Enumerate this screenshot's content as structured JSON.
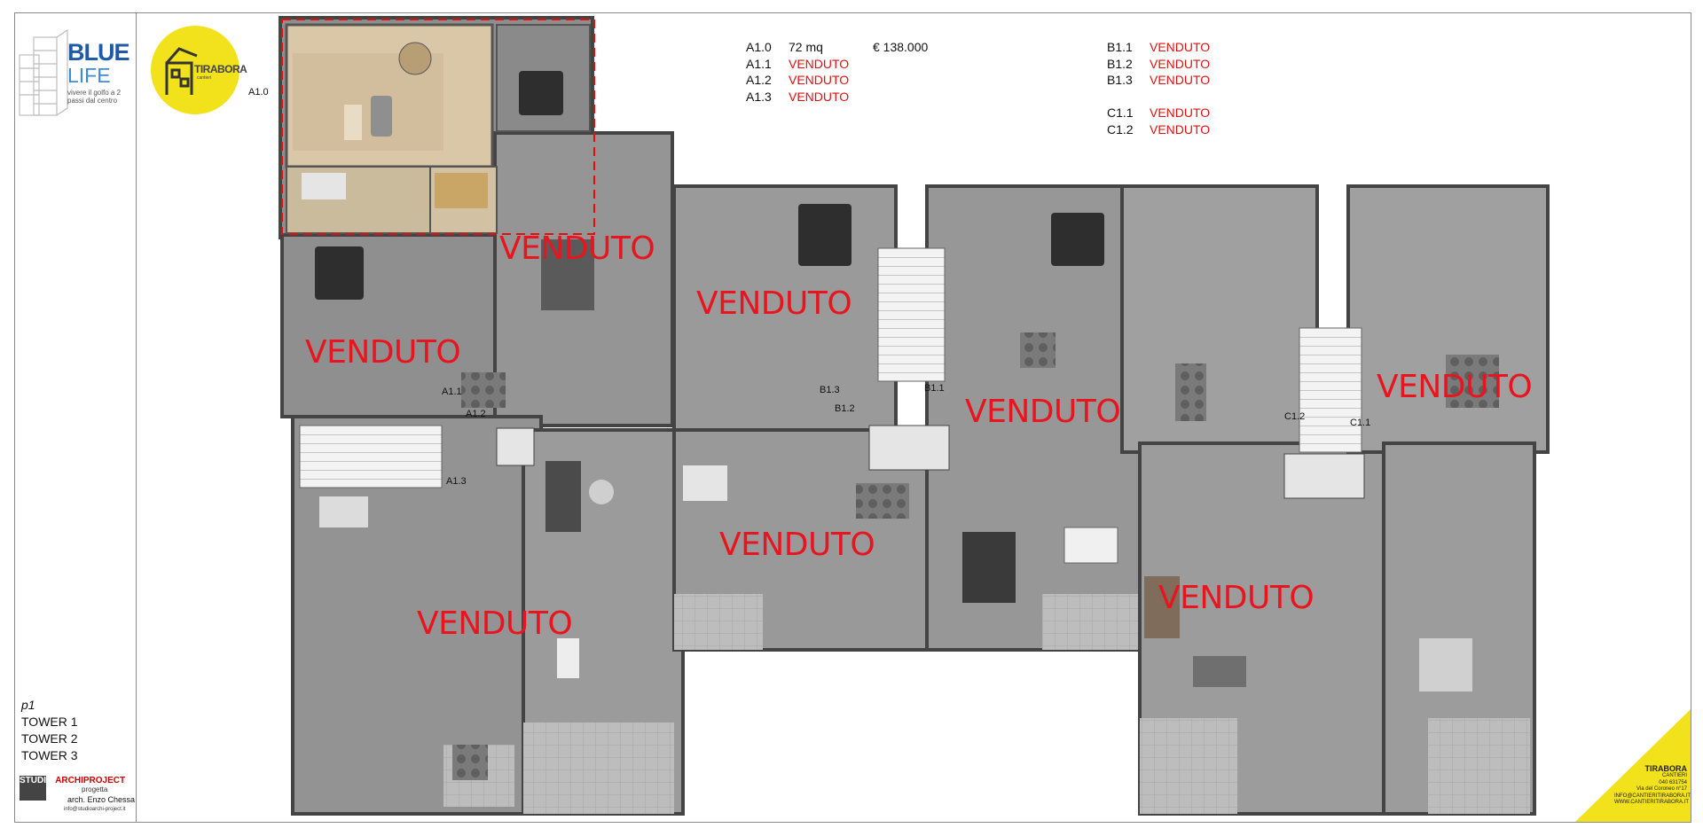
{
  "logos": {
    "bluelife": {
      "line1": "BLUE",
      "line2": "LIFE",
      "tagline": "vivere il golfo a 2 passi dal centro"
    },
    "tirabora": {
      "name": "TIRABORA",
      "sub": "cantieri"
    }
  },
  "sidebar": {
    "level": "p1",
    "towers": [
      "TOWER 1",
      "TOWER 2",
      "TOWER 3"
    ],
    "studio": {
      "name_a": "STUDIO ",
      "name_b": "ARCHIPROJECT",
      "role": "progetta",
      "architect": "arch. Enzo Chessa",
      "email": "info@studioarchi-project.it"
    }
  },
  "legend": {
    "col1": [
      {
        "code": "A1.0",
        "size": "72 mq",
        "status": "€ 138.000",
        "sold": false
      },
      {
        "code": "A1.1",
        "size": "",
        "status": "VENDUTO",
        "sold": true
      },
      {
        "code": "A1.2",
        "size": "",
        "status": "VENDUTO",
        "sold": true
      },
      {
        "code": "A1.3",
        "size": "",
        "status": "VENDUTO",
        "sold": true
      }
    ],
    "col2": [
      {
        "code": "B1.1",
        "status": "VENDUTO"
      },
      {
        "code": "B1.2",
        "status": "VENDUTO"
      },
      {
        "code": "B1.3",
        "status": "VENDUTO"
      }
    ],
    "col3": [
      {
        "code": "C1.1",
        "status": "VENDUTO"
      },
      {
        "code": "C1.2",
        "status": "VENDUTO"
      }
    ]
  },
  "plan": {
    "sold_label": "VENDUTO",
    "unit_labels": [
      "A1.0",
      "A1.1",
      "A1.2",
      "A1.3",
      "B1.3",
      "B1.2",
      "B1.1",
      "C1.2",
      "C1.1"
    ]
  },
  "corner_card": {
    "brand": "TIRABORA",
    "sub": "CANTIERI",
    "phone": "040 631754",
    "address": "Via del Coroneo n°17",
    "email": "INFO@CANTIERITIRABORA.IT",
    "web": "WWW.CANTIERITIRABORA.IT"
  },
  "colors": {
    "sold_red": "#e8141e",
    "available_highlight": "#d9c7a8",
    "wall": "#555555",
    "floor_grey": "#9a9a9a",
    "tirabora_yellow": "#f2e21b",
    "bluelife_blue": "#1f5aa8"
  }
}
